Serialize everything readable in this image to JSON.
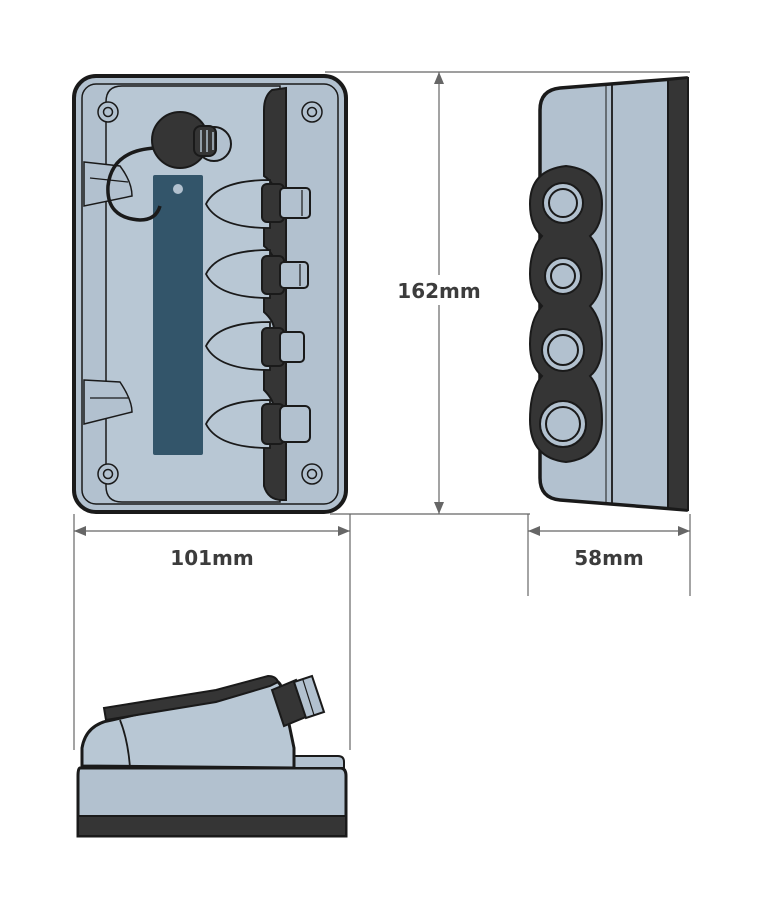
{
  "dimensions": {
    "height_label": "162mm",
    "width_label": "101mm",
    "depth_label": "58mm"
  },
  "colors": {
    "body": "#b2c1cf",
    "outline": "#1a1a1a",
    "dark_panel": "#353535",
    "label_plate": "#33556a",
    "dimension_line": "#666666",
    "dimension_text": "#3c3c3c"
  },
  "views": {
    "front": {
      "socket_count": 4
    },
    "side": {
      "socket_count": 4
    },
    "bottom": {
      "socket_count": 1
    }
  }
}
